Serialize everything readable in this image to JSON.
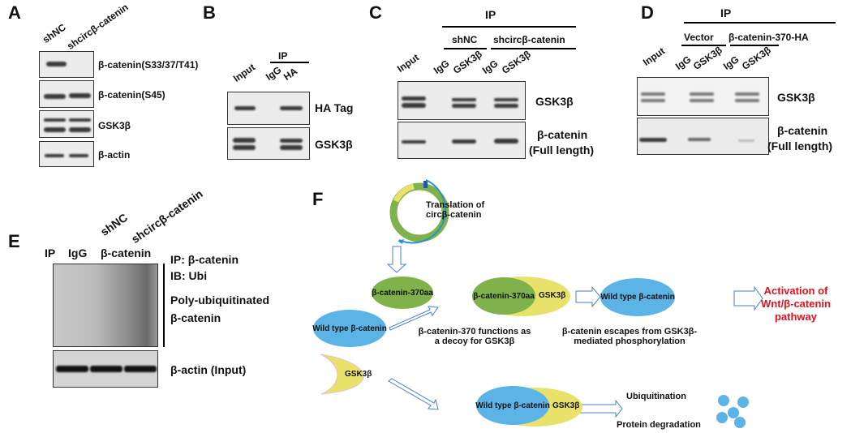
{
  "panelA": {
    "label": "A",
    "lanes": [
      "shNC",
      "shcircβ-catenin"
    ],
    "rows": [
      "β-catenin(S33/37/T41)",
      "β-catenin(S45)",
      "GSK3β",
      "β-actin"
    ]
  },
  "panelB": {
    "label": "B",
    "ip": "IP",
    "lanes": [
      "Input",
      "IgG",
      "HA"
    ],
    "rows": [
      "HA Tag",
      "GSK3β"
    ]
  },
  "panelC": {
    "label": "C",
    "ip": "IP",
    "groups": [
      "shNC",
      "shcircβ-catenin"
    ],
    "lanes": [
      "Input",
      "IgG",
      "GSK3β",
      "IgG",
      "GSK3β"
    ],
    "rows": [
      "GSK3β",
      "β-catenin",
      "(Full length)"
    ]
  },
  "panelD": {
    "label": "D",
    "ip": "IP",
    "groups": [
      "Vector",
      "β-catenin-370-HA"
    ],
    "lanes": [
      "Input",
      "IgG",
      "GSK3β",
      "IgG",
      "GSK3β"
    ],
    "rows": [
      "GSK3β",
      "β-catenin",
      "(Full length)"
    ]
  },
  "panelE": {
    "label": "E",
    "lanes_top": [
      "shNC",
      "shcircβ-catenin"
    ],
    "lanes": [
      "IP",
      "IgG",
      "β-catenin"
    ],
    "annot": [
      "IP: β-catenin",
      "IB: Ubi",
      "Poly-ubiquitinated",
      "β-catenin",
      "β-actin (Input)"
    ]
  },
  "panelF": {
    "label": "F",
    "translation": [
      "Translation of",
      "circβ-catenin"
    ],
    "b370": "β-catenin-370aa",
    "wt": "Wild type β-catenin",
    "gsk": "GSK3β",
    "decoy": [
      "β-catenin-370 functions as",
      "a decoy for GSK3β"
    ],
    "escape": [
      "β-catenin escapes from GSK3β-",
      "mediated phosphorylation"
    ],
    "activation": [
      "Activation of",
      "Wnt/β-catenin",
      "pathway"
    ],
    "ubiq": "Ubiquitination",
    "degr": "Protein degradation",
    "colors": {
      "blue": "#5bb4e5",
      "green": "#7fb24a",
      "yellow": "#e8e26a",
      "red": "#e0141e"
    }
  }
}
